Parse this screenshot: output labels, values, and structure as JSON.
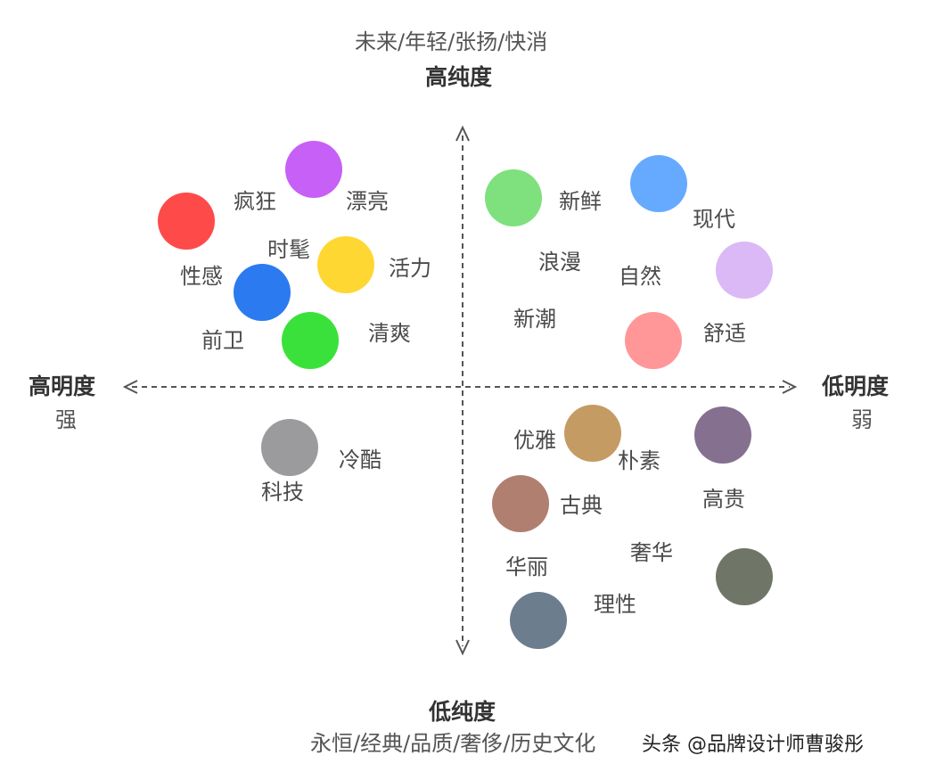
{
  "axis": {
    "top_sub": "未来/年轻/张扬/快消",
    "top_head": "高纯度",
    "bottom_head": "低纯度",
    "bottom_sub": "永恒/经典/品质/奢侈/历史文化",
    "left_head": "高明度",
    "left_sub": "强",
    "right_head": "低明度",
    "right_sub": "弱"
  },
  "words": {
    "fengkuang": "疯狂",
    "piaoliang": "漂亮",
    "shimao": "时髦",
    "huoli": "活力",
    "xinggan": "性感",
    "qianwei": "前卫",
    "qingshuang": "清爽",
    "xinxian": "新鲜",
    "xiandai": "现代",
    "langman": "浪漫",
    "ziran": "自然",
    "xinchao": "新潮",
    "shushi": "舒适",
    "lengku": "冷酷",
    "keji": "科技",
    "youya": "优雅",
    "pusu": "朴素",
    "gaogui": "高贵",
    "gudian": "古典",
    "shehua": "奢华",
    "huali": "华丽",
    "lixing": "理性"
  },
  "colors": {
    "red": "#ff4a4a",
    "purple": "#c660f6",
    "yellow": "#ffd732",
    "blue": "#2b7af0",
    "green": "#3be13b",
    "light_green": "#7fe07e",
    "sky_blue": "#66aaff",
    "lavender": "#dbb8f6",
    "pink": "#ff9799",
    "gray": "#9b9a9d",
    "tan": "#c59b64",
    "dusty_purple": "#86708f",
    "clay": "#b07f70",
    "olive": "#707667",
    "slate": "#6c7d8e",
    "axis_line": "#555555"
  },
  "watermark": "头条 @品牌设计师曹骏彤"
}
